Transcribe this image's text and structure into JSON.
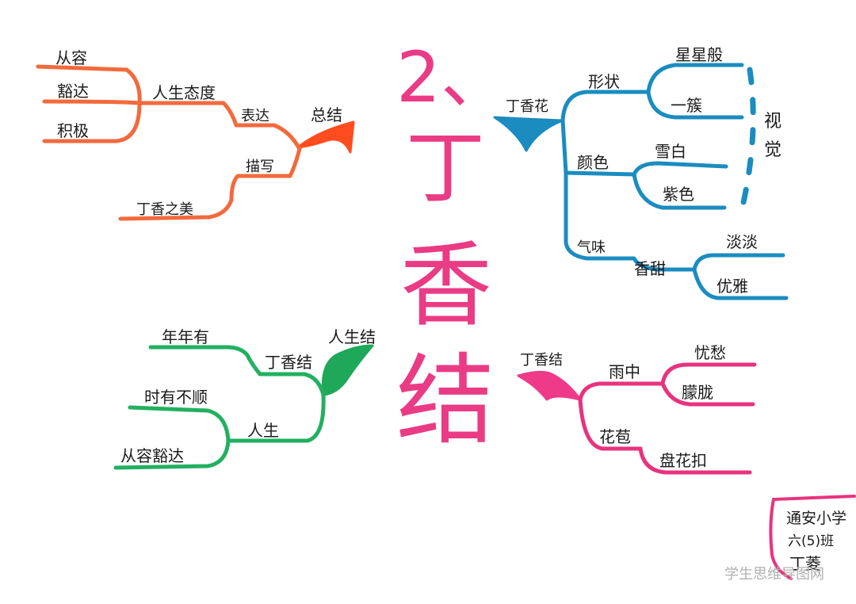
{
  "title": {
    "number": "2、",
    "chars": [
      "丁",
      "香",
      "结"
    ]
  },
  "colors": {
    "orange": "#f26a3c",
    "blue": "#1b8cc0",
    "green": "#22b060",
    "pink": "#e8337f",
    "title_pink": "#ea3b85"
  },
  "branches": {
    "orange": {
      "root": "总结",
      "level1": [
        "表达",
        "描写"
      ],
      "level2": [
        "人生态度",
        "丁香之美"
      ],
      "level3": [
        "从容",
        "豁达",
        "积极"
      ]
    },
    "blue": {
      "root": "丁香花",
      "level1": [
        "形状",
        "颜色",
        "气味"
      ],
      "level2": [
        "星星般",
        "一簇",
        "雪白",
        "紫色",
        "香甜",
        "淡淡",
        "优雅"
      ],
      "side_label": [
        "视",
        "觉"
      ]
    },
    "green": {
      "root": "人生结",
      "level1": [
        "丁香结",
        "人生"
      ],
      "level2": [
        "年年有",
        "时有不顺",
        "从容豁达"
      ]
    },
    "pink": {
      "root": "丁香结",
      "level1": [
        "雨中",
        "花苞"
      ],
      "level2": [
        "忧愁",
        "朦胧",
        "盘花扣"
      ]
    }
  },
  "credit": {
    "school": "通安小学",
    "class": "六(5)班",
    "name": "丁菱"
  },
  "watermark": "学生思维导图网"
}
